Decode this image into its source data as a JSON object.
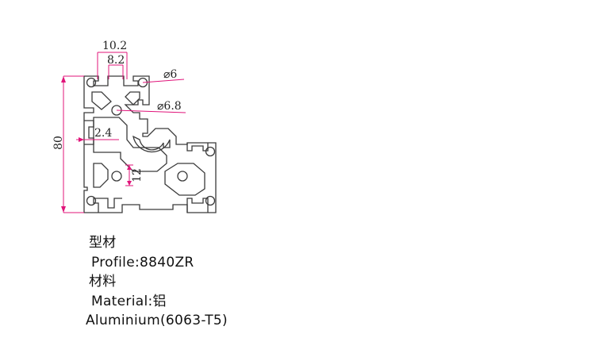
{
  "drawing": {
    "dimensions": {
      "top_outer": "10.2",
      "top_inner": "8.2",
      "hole_small": "⌀6",
      "hole_large": "⌀6.8",
      "wall": "2.4",
      "slot": "12",
      "height": "80"
    },
    "colors": {
      "outline": "#3a3a3a",
      "dimension": "#e0147a"
    }
  },
  "caption": {
    "profile_heading": "型材",
    "profile_value": "Profile:8840ZR",
    "material_heading": "材料",
    "material_value": "Material:铝",
    "material_detail": "Aluminium(6063-T5)"
  }
}
